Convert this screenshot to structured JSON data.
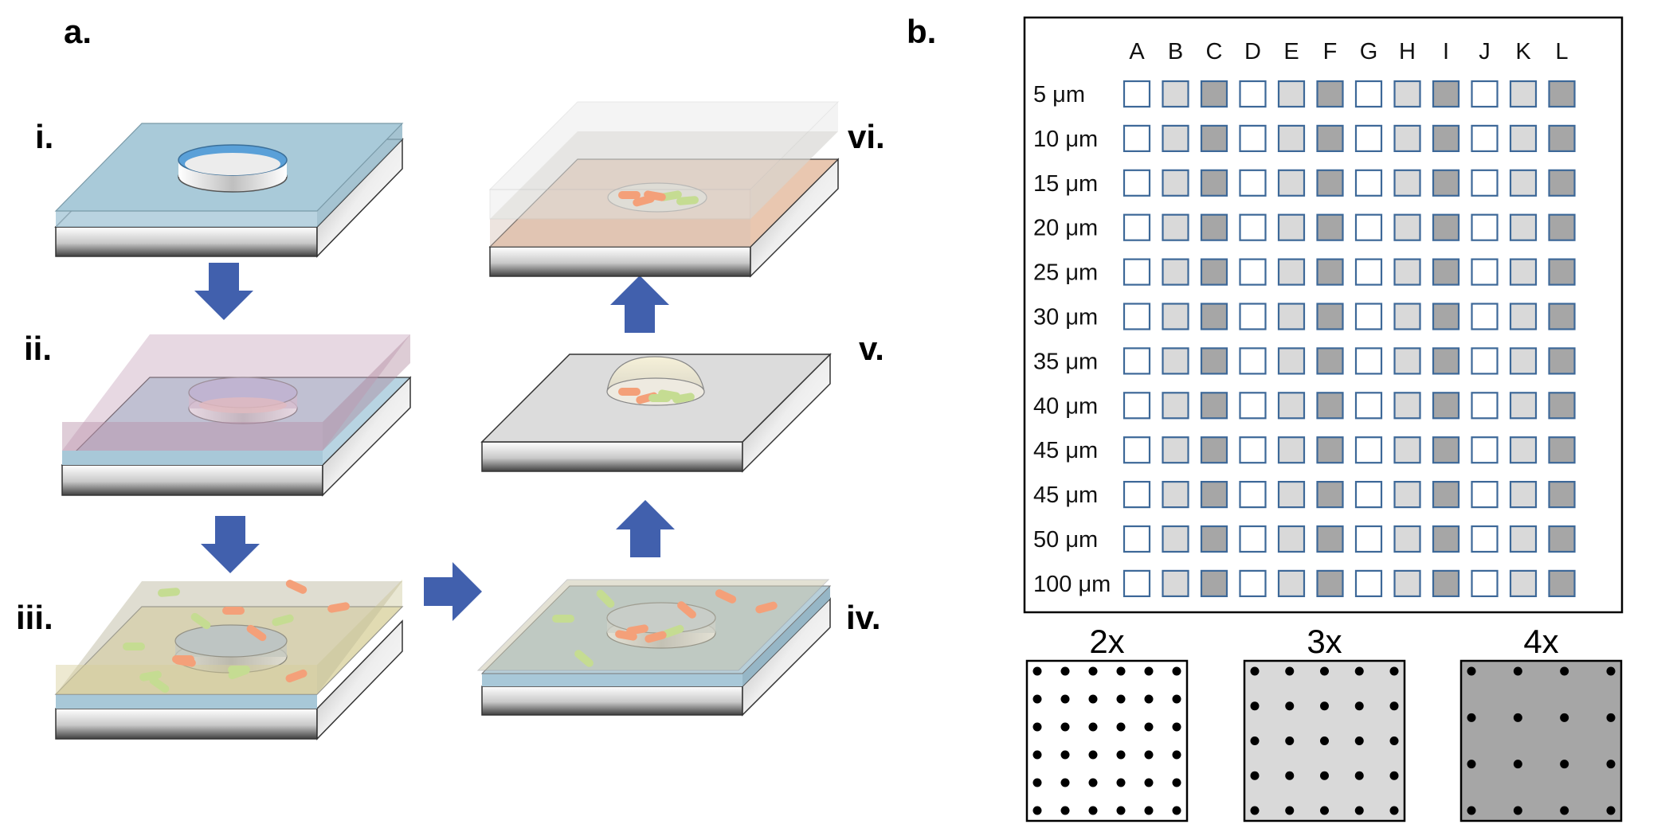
{
  "panels": {
    "a": "a.",
    "b": "b."
  },
  "steps": [
    "i.",
    "ii.",
    "iii.",
    "iv.",
    "v.",
    "vi."
  ],
  "grid": {
    "columns": [
      "A",
      "B",
      "C",
      "D",
      "E",
      "F",
      "G",
      "H",
      "I",
      "J",
      "K",
      "L"
    ],
    "rows": [
      "5 μm",
      "10 μm",
      "15 μm",
      "20 μm",
      "25 μm",
      "30 μm",
      "35 μm",
      "40 μm",
      "45 μm",
      "45 μm",
      "50 μm",
      "100 μm"
    ],
    "column_density": [
      "2x",
      "3x",
      "4x",
      "2x",
      "3x",
      "4x",
      "2x",
      "3x",
      "4x",
      "2x",
      "3x",
      "4x"
    ]
  },
  "density_legend": [
    {
      "label": "2x",
      "dots_per_side": 6
    },
    {
      "label": "3x",
      "dots_per_side": 5
    },
    {
      "label": "4x",
      "dots_per_side": 4
    }
  ],
  "colors": {
    "density_2x": "#ffffff",
    "density_3x": "#d9d9d9",
    "density_4x": "#a6a6a6",
    "cell_border": "#3d6898",
    "arrow": "#4160ad",
    "bacteria_orange": "#f4a079",
    "bacteria_green": "#c5dc92",
    "glass_blue": "#a8c8d8",
    "well_blue": "#5aa0d8"
  }
}
